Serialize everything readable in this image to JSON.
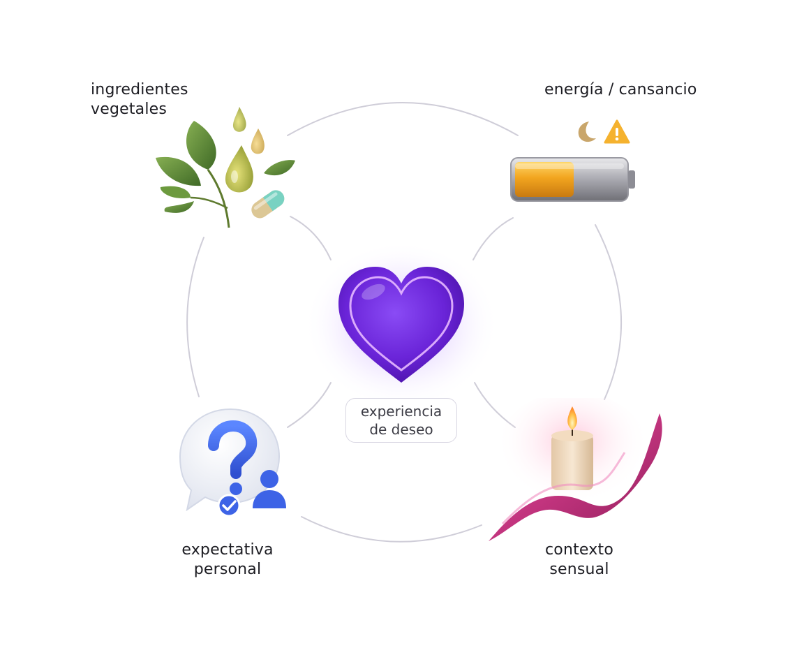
{
  "center": {
    "icon": "heart-icon",
    "label_line1": "experiencia",
    "label_line2": "de deseo",
    "accent_color": "#7b35e8"
  },
  "nodes": {
    "ingredients": {
      "label_line1": "ingredientes",
      "label_line2": "vegetales",
      "icon": "leaves-oil-capsule-icon"
    },
    "energy": {
      "label": "energía / cansancio",
      "icon": "battery-half-icon",
      "extra_icons": [
        "moon-icon",
        "warning-icon"
      ],
      "battery_level": 0.5
    },
    "expectation": {
      "label_line1": "expectativa",
      "label_line2": "personal",
      "icon": "question-bubble-icon"
    },
    "context": {
      "label_line1": "contexto",
      "label_line2": "sensual",
      "icon": "candle-ribbon-icon"
    }
  },
  "colors": {
    "connector": "#cfcdd8",
    "text": "#1c1c22",
    "battery_fill": "#f2a51f",
    "warning": "#f5b22e",
    "moon": "#c9a66b",
    "ribbon": "#c2347e",
    "question_blue": "#3d63e6",
    "leaf_green": "#5e8a3a"
  }
}
